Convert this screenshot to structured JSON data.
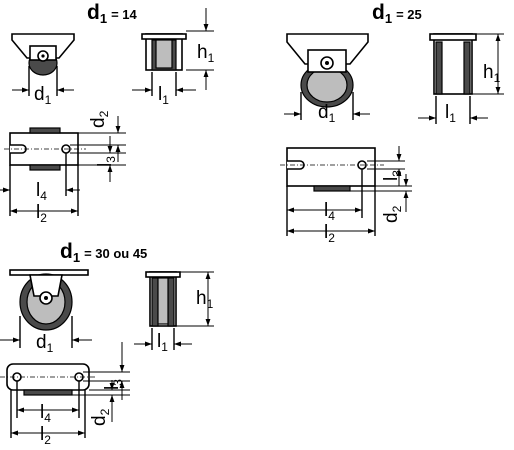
{
  "figures": [
    {
      "title": {
        "d": "d",
        "sub": "1",
        "rest": "= 14"
      },
      "labels": {
        "d1": {
          "main": "d",
          "sub": "1"
        },
        "h1": {
          "main": "h",
          "sub": "1"
        },
        "l1": {
          "main": "l",
          "sub": "1"
        },
        "d2": {
          "main": "d",
          "sub": "2"
        },
        "l3": {
          "main": "l",
          "sub": "3"
        },
        "l4": {
          "main": "l",
          "sub": "4"
        },
        "l2": {
          "main": "l",
          "sub": "2"
        }
      }
    },
    {
      "title": {
        "d": "d",
        "sub": "1",
        "rest": "= 25"
      },
      "labels": {
        "d1": {
          "main": "d",
          "sub": "1"
        },
        "h1": {
          "main": "h",
          "sub": "1"
        },
        "l1": {
          "main": "l",
          "sub": "1"
        },
        "d2": {
          "main": "d",
          "sub": "2"
        },
        "l3": {
          "main": "l",
          "sub": "3"
        },
        "l4": {
          "main": "l",
          "sub": "4"
        },
        "l2": {
          "main": "l",
          "sub": "2"
        }
      }
    },
    {
      "title": {
        "d": "d",
        "sub": "1",
        "rest": "= 30 ou 45"
      },
      "labels": {
        "d1": {
          "main": "d",
          "sub": "1"
        },
        "h1": {
          "main": "h",
          "sub": "1"
        },
        "l1": {
          "main": "l",
          "sub": "1"
        },
        "d2": {
          "main": "d",
          "sub": "2"
        },
        "l3": {
          "main": "l",
          "sub": "3"
        },
        "l4": {
          "main": "l",
          "sub": "4"
        },
        "l2": {
          "main": "l",
          "sub": "2"
        }
      }
    }
  ]
}
